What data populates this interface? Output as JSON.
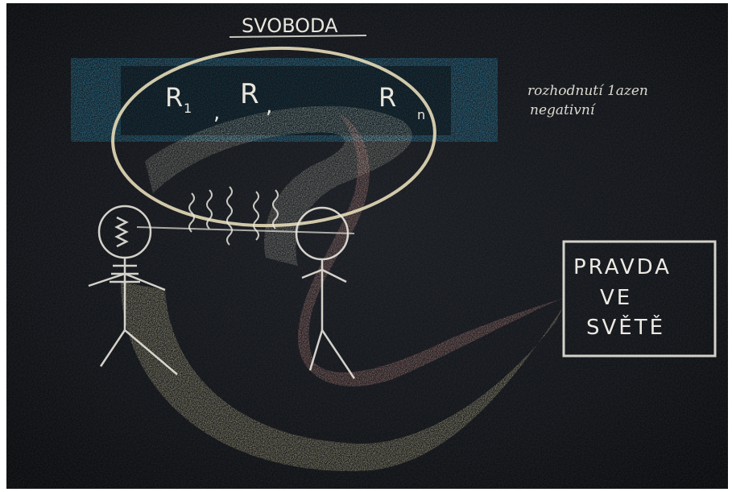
{
  "board": {
    "title": "SVOBODA",
    "labels": {
      "r1": "R",
      "r1_sub": "1",
      "comma": ",",
      "r2": "R",
      "comma2": ",",
      "rn": "R",
      "rn_sub": "n"
    },
    "side_note": {
      "line1": "rozhodnutí 1azen",
      "line2": "negativní"
    },
    "box": {
      "line1": "PRAVDA",
      "line2": "VE",
      "line3": "SVĚTĚ"
    }
  },
  "colors": {
    "board": "#0b0d10",
    "chalk_white": "#e8e6dc",
    "chalk_blue": "#2fa8d8",
    "chalk_yellow": "#d9cfa0",
    "chalk_pink": "#c98f86"
  }
}
